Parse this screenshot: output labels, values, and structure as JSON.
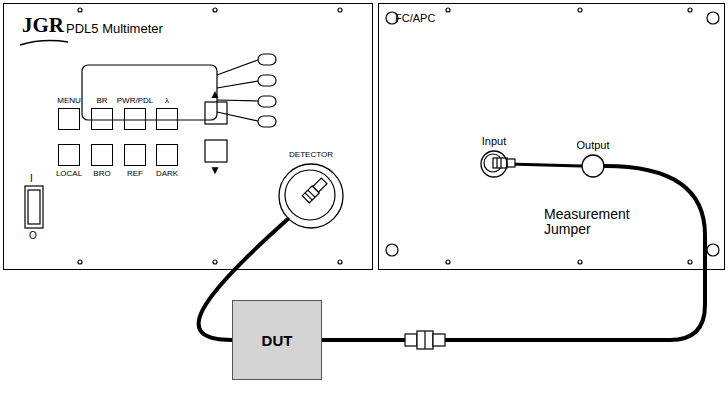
{
  "diagram": {
    "nodes": [
      {
        "text": [
          "JGR",
          "PDL5 Multimeter"
        ]
      },
      {
        "text": [
          "MENU"
        ],
        "in": 0
      },
      {
        "text": [
          "BR"
        ],
        "in": 0
      },
      {
        "text": [
          "PWR/PDL"
        ],
        "in": 0
      },
      {
        "text": [
          "λ"
        ],
        "in": 0
      },
      {
        "text": [
          "LOCAL"
        ],
        "in": 0
      },
      {
        "text": [
          "BRO"
        ],
        "in": 0
      },
      {
        "text": [
          "REF"
        ],
        "in": 0
      },
      {
        "text": [
          "DARK"
        ],
        "in": 0
      },
      {
        "text": [
          "DETECTOR"
        ],
        "in": 0
      },
      {
        "text": [
          "FC/APC",
          "Measurement Jumper"
        ]
      },
      {
        "text": [
          "Input"
        ],
        "in": 10
      },
      {
        "text": [
          "Output"
        ],
        "in": 10
      },
      {
        "text": [
          "DUT"
        ]
      }
    ],
    "edges": [
      {
        "from": 9,
        "to": 13,
        "arrow": "none"
      },
      {
        "from": 13,
        "to": 12,
        "arrow": "none"
      },
      {
        "from": 11,
        "to": 12,
        "arrow": "none"
      }
    ],
    "labels": [
      "I",
      "O",
      "▲",
      "▼"
    ]
  }
}
